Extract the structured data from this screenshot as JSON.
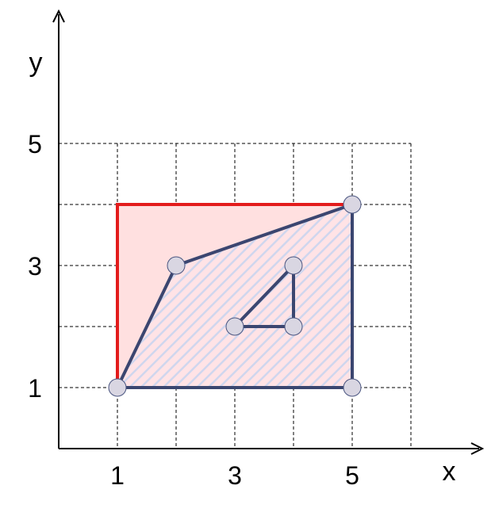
{
  "axes": {
    "x_label": "x",
    "y_label": "y",
    "x_ticks": [
      {
        "value": 1,
        "label": "1"
      },
      {
        "value": 3,
        "label": "3"
      },
      {
        "value": 5,
        "label": "5"
      }
    ],
    "y_ticks": [
      {
        "value": 1,
        "label": "1"
      },
      {
        "value": 3,
        "label": "3"
      },
      {
        "value": 5,
        "label": "5"
      }
    ],
    "grid_x": [
      1,
      2,
      3,
      4,
      5,
      6
    ],
    "grid_y": [
      1,
      2,
      3,
      4,
      5
    ]
  },
  "bounding_rectangle": {
    "x_min": 1,
    "y_min": 1,
    "x_max": 5,
    "y_max": 4,
    "stroke": "#e31b1b",
    "fill": "#ffe0e0"
  },
  "outer_polygon": {
    "vertices": [
      [
        1,
        1
      ],
      [
        2,
        3
      ],
      [
        5,
        4
      ],
      [
        5,
        1
      ]
    ],
    "edges": [
      [
        [
          1,
          1
        ],
        [
          2,
          3
        ]
      ],
      [
        [
          2,
          3
        ],
        [
          5,
          4
        ]
      ],
      [
        [
          5,
          4
        ],
        [
          5,
          1
        ]
      ],
      [
        [
          5,
          1
        ],
        [
          1,
          1
        ]
      ]
    ],
    "hatch_color": "#cfd6ee"
  },
  "inner_triangle": {
    "vertices": [
      [
        3,
        2
      ],
      [
        4,
        3
      ],
      [
        4,
        2
      ]
    ],
    "edges": [
      [
        [
          3,
          2
        ],
        [
          4,
          3
        ]
      ],
      [
        [
          4,
          3
        ],
        [
          4,
          2
        ]
      ],
      [
        [
          4,
          2
        ],
        [
          3,
          2
        ]
      ]
    ]
  },
  "edge_color": "#3b4670",
  "node_fill": "#d9d6e2"
}
